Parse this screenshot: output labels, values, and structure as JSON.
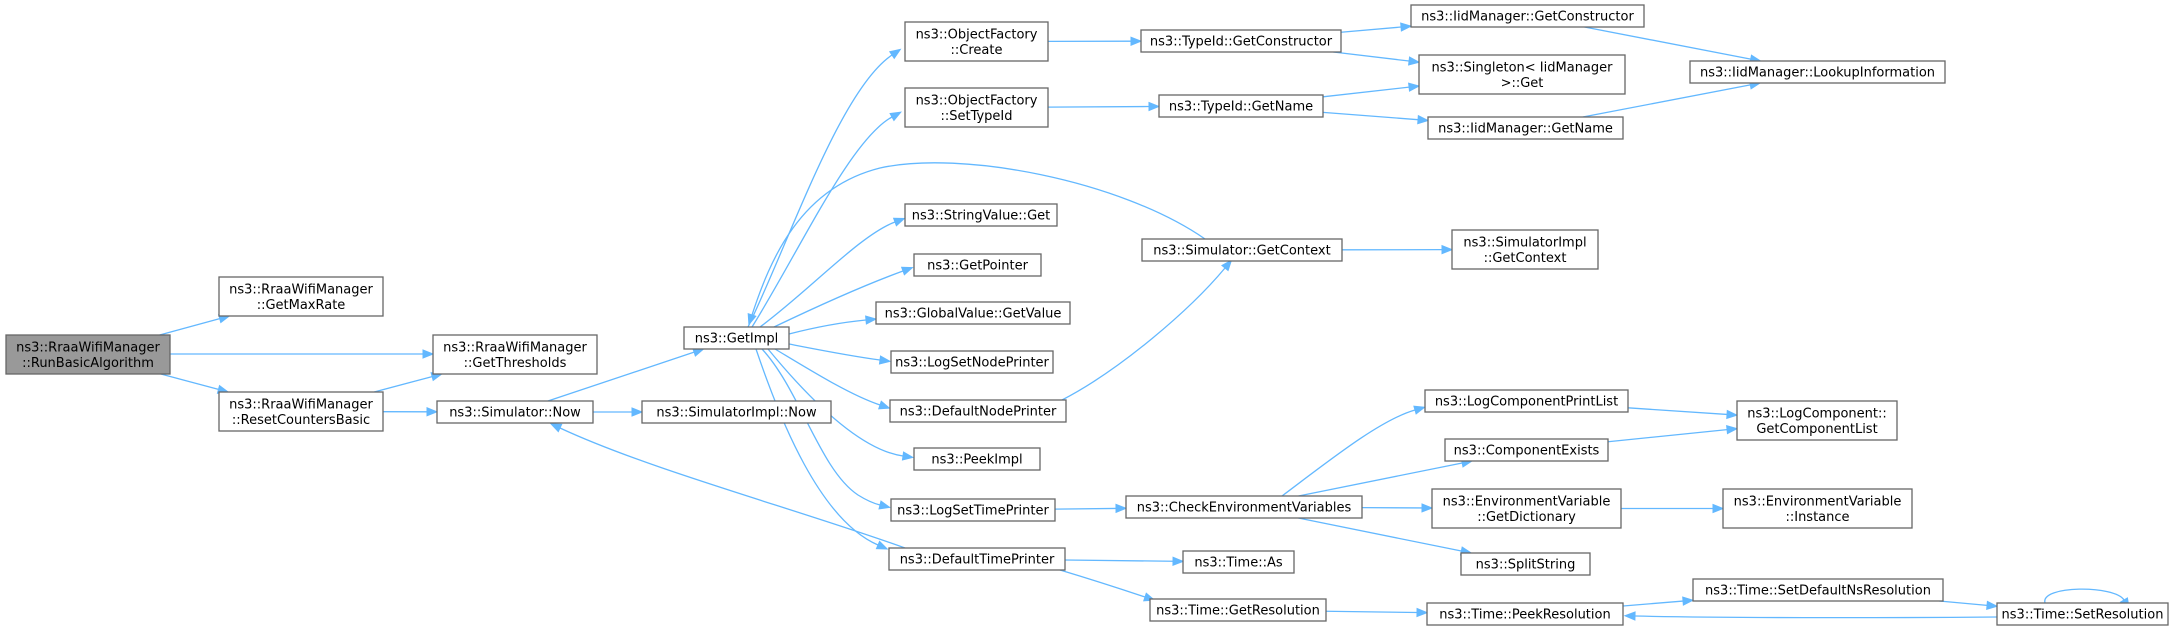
{
  "nodes": [
    {
      "id": "root",
      "lines": [
        "ns3::RraaWifiManager",
        "::RunBasicAlgorithm"
      ],
      "root": true
    },
    {
      "id": "getmaxrate",
      "lines": [
        "ns3::RraaWifiManager",
        "::GetMaxRate"
      ]
    },
    {
      "id": "getthresholds",
      "lines": [
        "ns3::RraaWifiManager",
        "::GetThresholds"
      ]
    },
    {
      "id": "resetcounters",
      "lines": [
        "ns3::RraaWifiManager",
        "::ResetCountersBasic"
      ]
    },
    {
      "id": "simnow",
      "lines": [
        "ns3::Simulator::Now"
      ]
    },
    {
      "id": "getimpl",
      "lines": [
        "ns3::GetImpl"
      ]
    },
    {
      "id": "simimplnow",
      "lines": [
        "ns3::SimulatorImpl::Now"
      ]
    },
    {
      "id": "objcreate",
      "lines": [
        "ns3::ObjectFactory",
        "::Create"
      ]
    },
    {
      "id": "objsettypeid",
      "lines": [
        "ns3::ObjectFactory",
        "::SetTypeId"
      ]
    },
    {
      "id": "stringvalueget",
      "lines": [
        "ns3::StringValue::Get"
      ]
    },
    {
      "id": "getpointer",
      "lines": [
        "ns3::GetPointer"
      ]
    },
    {
      "id": "globalvalueget",
      "lines": [
        "ns3::GlobalValue::GetValue"
      ]
    },
    {
      "id": "logsetnodeprinter",
      "lines": [
        "ns3::LogSetNodePrinter"
      ]
    },
    {
      "id": "defaultnodeprinter",
      "lines": [
        "ns3::DefaultNodePrinter"
      ]
    },
    {
      "id": "peekimpl",
      "lines": [
        "ns3::PeekImpl"
      ]
    },
    {
      "id": "logsettimeprinter",
      "lines": [
        "ns3::LogSetTimePrinter"
      ]
    },
    {
      "id": "defaulttimeprinter",
      "lines": [
        "ns3::DefaultTimePrinter"
      ]
    },
    {
      "id": "typeidgetconstructor",
      "lines": [
        "ns3::TypeId::GetConstructor"
      ]
    },
    {
      "id": "typeidgetname",
      "lines": [
        "ns3::TypeId::GetName"
      ]
    },
    {
      "id": "simgetcontext",
      "lines": [
        "ns3::Simulator::GetContext"
      ]
    },
    {
      "id": "checkenv",
      "lines": [
        "ns3::CheckEnvironmentVariables"
      ]
    },
    {
      "id": "timeas",
      "lines": [
        "ns3::Time::As"
      ]
    },
    {
      "id": "timegetres",
      "lines": [
        "ns3::Time::GetResolution"
      ]
    },
    {
      "id": "iidgetconstructor",
      "lines": [
        "ns3::IidManager::GetConstructor"
      ]
    },
    {
      "id": "singletonget",
      "lines": [
        "ns3::Singleton< IidManager",
        ">::Get"
      ]
    },
    {
      "id": "iidgetname",
      "lines": [
        "ns3::IidManager::GetName"
      ]
    },
    {
      "id": "simimplgetcontext",
      "lines": [
        "ns3::SimulatorImpl",
        "::GetContext"
      ]
    },
    {
      "id": "logcompprintlist",
      "lines": [
        "ns3::LogComponentPrintList"
      ]
    },
    {
      "id": "componentexists",
      "lines": [
        "ns3::ComponentExists"
      ]
    },
    {
      "id": "envgetdict",
      "lines": [
        "ns3::EnvironmentVariable",
        "::GetDictionary"
      ]
    },
    {
      "id": "splitstring",
      "lines": [
        "ns3::SplitString"
      ]
    },
    {
      "id": "timepeekres",
      "lines": [
        "ns3::Time::PeekResolution"
      ]
    },
    {
      "id": "iidlookup",
      "lines": [
        "ns3::IidManager::LookupInformation"
      ]
    },
    {
      "id": "logcompgetlist",
      "lines": [
        "ns3::LogComponent::",
        "GetComponentList"
      ]
    },
    {
      "id": "envinstance",
      "lines": [
        "ns3::EnvironmentVariable",
        "::Instance"
      ]
    },
    {
      "id": "timesetdefaultns",
      "lines": [
        "ns3::Time::SetDefaultNsResolution"
      ]
    },
    {
      "id": "timesetres",
      "lines": [
        "ns3::Time::SetResolution"
      ]
    }
  ],
  "edges": [
    [
      "root",
      "getmaxrate"
    ],
    [
      "root",
      "getthresholds"
    ],
    [
      "root",
      "resetcounters"
    ],
    [
      "resetcounters",
      "getthresholds"
    ],
    [
      "resetcounters",
      "simnow"
    ],
    [
      "simnow",
      "getimpl"
    ],
    [
      "simnow",
      "simimplnow"
    ],
    [
      "getimpl",
      "objcreate"
    ],
    [
      "getimpl",
      "objsettypeid"
    ],
    [
      "getimpl",
      "stringvalueget"
    ],
    [
      "getimpl",
      "getpointer"
    ],
    [
      "getimpl",
      "globalvalueget"
    ],
    [
      "getimpl",
      "logsetnodeprinter"
    ],
    [
      "getimpl",
      "defaultnodeprinter"
    ],
    [
      "getimpl",
      "peekimpl"
    ],
    [
      "getimpl",
      "logsettimeprinter"
    ],
    [
      "getimpl",
      "defaulttimeprinter"
    ],
    [
      "simgetcontext",
      "getimpl"
    ],
    [
      "objcreate",
      "typeidgetconstructor"
    ],
    [
      "objsettypeid",
      "typeidgetname"
    ],
    [
      "defaultnodeprinter",
      "simgetcontext"
    ],
    [
      "logsettimeprinter",
      "checkenv"
    ],
    [
      "defaulttimeprinter",
      "simnow"
    ],
    [
      "defaulttimeprinter",
      "timeas"
    ],
    [
      "defaulttimeprinter",
      "timegetres"
    ],
    [
      "typeidgetconstructor",
      "iidgetconstructor"
    ],
    [
      "typeidgetconstructor",
      "singletonget"
    ],
    [
      "typeidgetname",
      "singletonget"
    ],
    [
      "typeidgetname",
      "iidgetname"
    ],
    [
      "simgetcontext",
      "simimplgetcontext"
    ],
    [
      "checkenv",
      "logcompprintlist"
    ],
    [
      "checkenv",
      "componentexists"
    ],
    [
      "checkenv",
      "envgetdict"
    ],
    [
      "checkenv",
      "splitstring"
    ],
    [
      "timegetres",
      "timepeekres"
    ],
    [
      "iidgetconstructor",
      "iidlookup"
    ],
    [
      "iidgetname",
      "iidlookup"
    ],
    [
      "logcompprintlist",
      "logcompgetlist"
    ],
    [
      "componentexists",
      "logcompgetlist"
    ],
    [
      "envgetdict",
      "envinstance"
    ],
    [
      "timepeekres",
      "timesetdefaultns"
    ],
    [
      "timesetdefaultns",
      "timesetres"
    ],
    [
      "timesetres",
      "timepeekres"
    ],
    [
      "timesetres",
      "timesetres"
    ]
  ]
}
